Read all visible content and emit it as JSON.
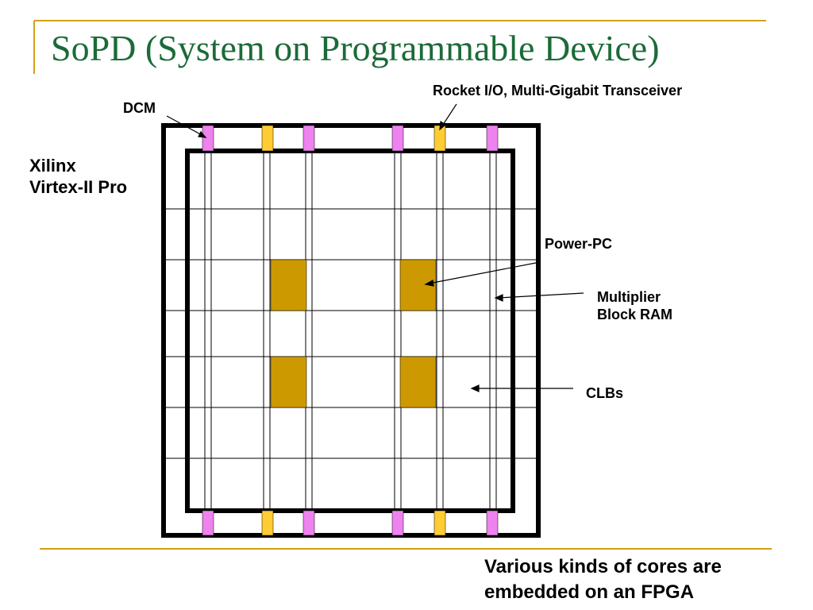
{
  "slide": {
    "title": "SoPD (System on Programmable Device)",
    "device_label_line1": "Xilinx",
    "device_label_line2": "Virtex-II Pro",
    "footer_line1": "Various kinds of cores are",
    "footer_line2": "embedded on an FPGA"
  },
  "callouts": {
    "dcm": "DCM",
    "rocket_io": "Rocket I/O, Multi-Gigabit Transceiver",
    "powerpc": "Power-PC",
    "multiplier_line1": "Multiplier",
    "multiplier_line2": "Block RAM",
    "clbs": "CLBs"
  },
  "colors": {
    "title": "#1b6b38",
    "rule": "#d4a017",
    "dcm_block": "#ee82ee",
    "rocket_io_block": "#ffcc33",
    "powerpc_block": "#cc9900",
    "frame": "#000000"
  }
}
